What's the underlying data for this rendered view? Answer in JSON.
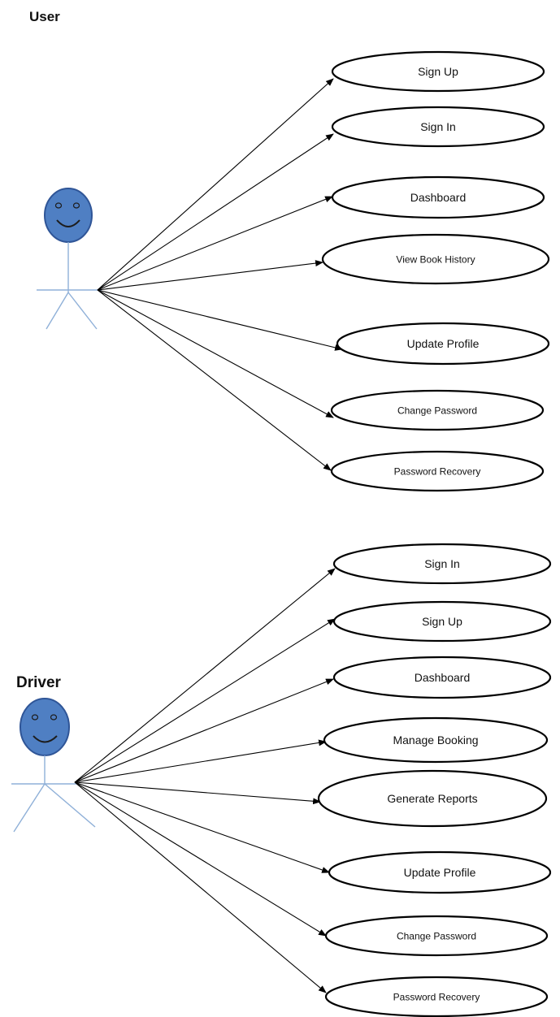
{
  "diagram": {
    "type": "use-case",
    "colors": {
      "actor_fill": "#4f7fc3",
      "actor_stroke": "#2f5597",
      "actor_body": "#8fb0d8",
      "line": "#000000",
      "usecase_fill": "#ffffff",
      "usecase_stroke": "#000000"
    },
    "actors": [
      {
        "id": "user",
        "label": "User",
        "icon": "smiley-stick-figure-icon",
        "use_cases": [
          "Sign Up",
          "Sign In",
          "Dashboard",
          "View Book History",
          "Update Profile",
          "Change Password",
          "Password Recovery"
        ]
      },
      {
        "id": "driver",
        "label": "Driver",
        "icon": "smiley-stick-figure-icon",
        "use_cases": [
          "Sign In",
          "Sign Up",
          "Dashboard",
          "Manage Booking",
          "Generate Reports",
          "Update Profile",
          "Change Password",
          "Password Recovery"
        ]
      }
    ]
  }
}
